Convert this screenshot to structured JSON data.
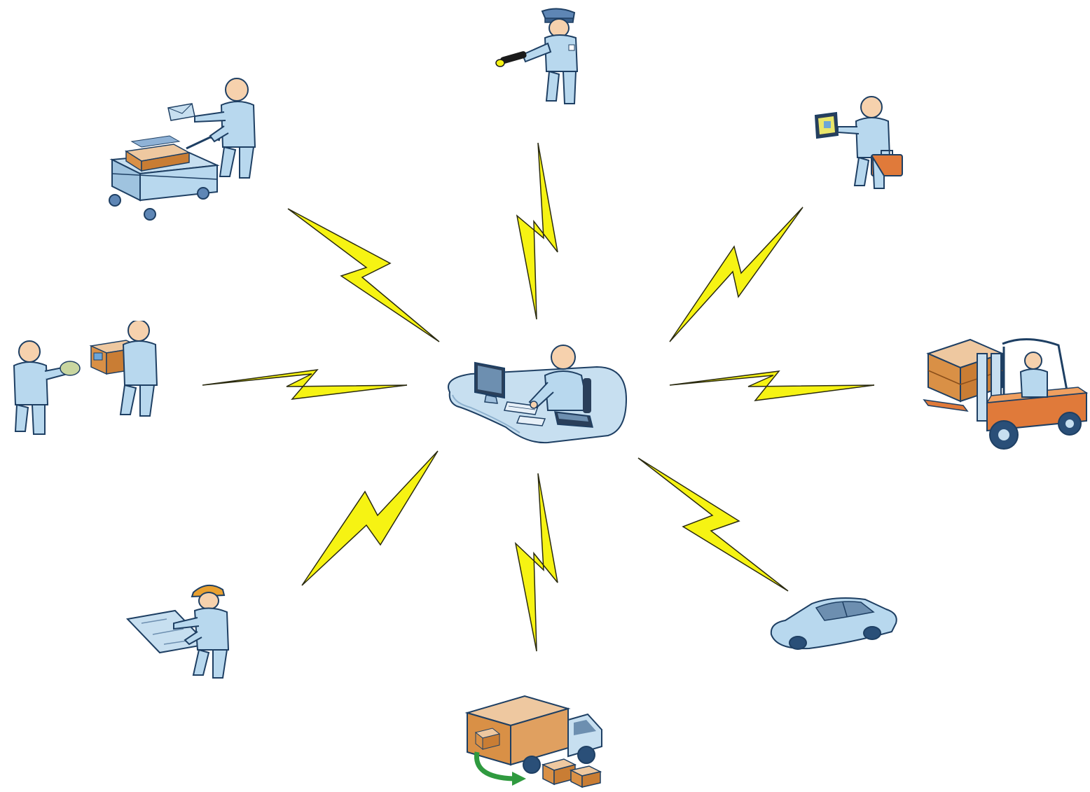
{
  "diagram": {
    "type": "hub-and-spoke",
    "hub": {
      "name": "dispatcher-workstation",
      "icon": "operator-at-desk-computer-icon"
    },
    "connection_icon": "lightning-bolt-icon",
    "spokes": [
      {
        "name": "security-guard",
        "icon": "guard-with-flashlight-icon"
      },
      {
        "name": "mail-cart-worker",
        "icon": "person-with-mail-cart-icon"
      },
      {
        "name": "mobile-worker",
        "icon": "person-with-handheld-and-briefcase-icon"
      },
      {
        "name": "package-handoff",
        "icon": "two-people-exchanging-package-icon"
      },
      {
        "name": "forklift-operator",
        "icon": "forklift-with-crate-icon"
      },
      {
        "name": "site-engineer",
        "icon": "worker-with-hardhat-and-blueprint-icon"
      },
      {
        "name": "delivery-truck",
        "icon": "truck-unloading-boxes-icon"
      },
      {
        "name": "field-vehicle",
        "icon": "car-icon"
      }
    ],
    "colors": {
      "person_fill": "#b8d8ee",
      "person_outline": "#1e3f63",
      "skin": "#f6d1ad",
      "box": "#d99046",
      "bolt": "#f6f313",
      "bolt_outline": "#2a2a10",
      "accent_green": "#2f9a3f"
    }
  }
}
